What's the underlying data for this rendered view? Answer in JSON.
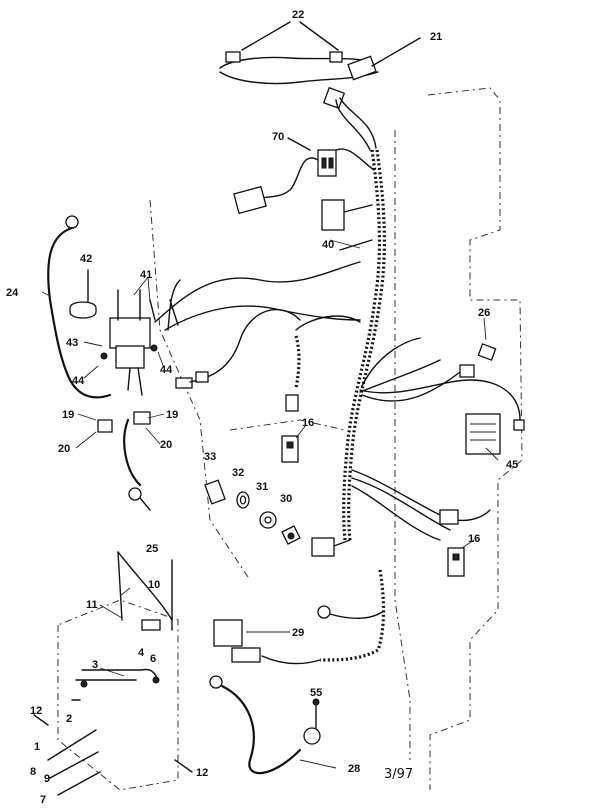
{
  "diagram": {
    "date_code": "3/97",
    "labels": {
      "l1": "1",
      "l2": "2",
      "l3": "3",
      "l4": "4",
      "l6": "6",
      "l7": "7",
      "l8": "8",
      "l9": "9",
      "l10": "10",
      "l11": "11",
      "l12a": "12",
      "l12b": "12",
      "l16a": "16",
      "l16b": "16",
      "l19a": "19",
      "l19b": "19",
      "l20a": "20",
      "l20b": "20",
      "l21": "21",
      "l22": "22",
      "l24": "24",
      "l25": "25",
      "l26": "26",
      "l28": "28",
      "l29": "29",
      "l30": "30",
      "l31": "31",
      "l32": "32",
      "l33": "33",
      "l40": "40",
      "l41": "41",
      "l42": "42",
      "l43": "43",
      "l44a": "44",
      "l44b": "44",
      "l45": "45",
      "l55": "55",
      "l70": "70"
    }
  }
}
